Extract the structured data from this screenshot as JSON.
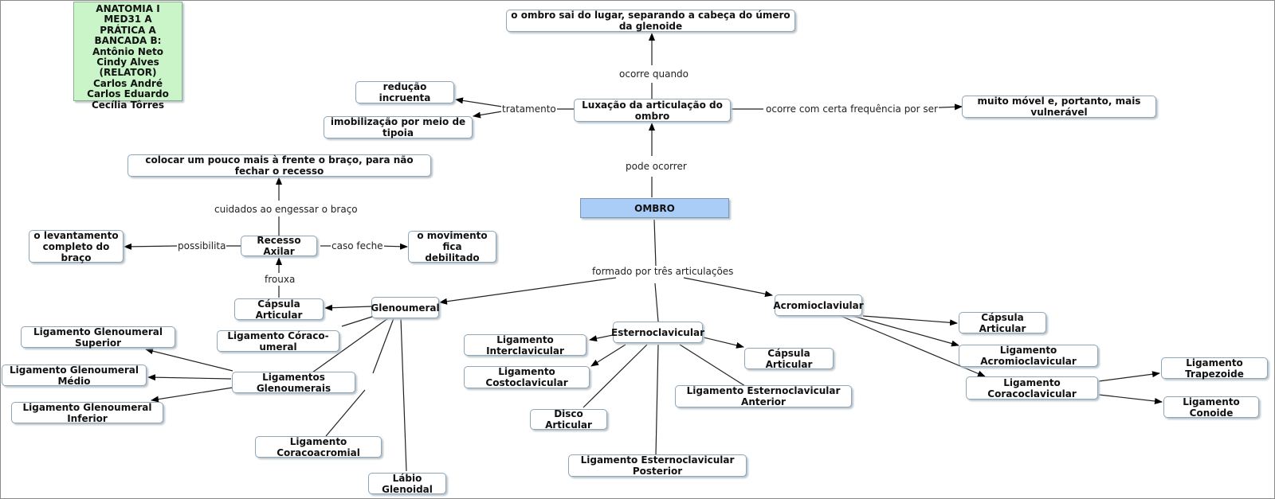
{
  "credits": "ANATOMIA I\nMED31 A\nPRÁTICA A\nBANCADA B:\nAntônio Neto\nCindy Alves (RELATOR)\nCarlos André\nCarlos Eduardo\nCecília Tôrres",
  "nodes": {
    "ombro": "OMBRO",
    "luxacao": "Luxação da articulação do ombro",
    "sai_lugar": "o ombro sai do lugar, separando a cabeça do úmero da glenoide",
    "reducao": "redução incruenta",
    "imobilizacao": "imobilização por meio de tipoia",
    "vulneravel": "muito móvel e, portanto, mais vulnerável",
    "colocar": "colocar um pouco mais à frente o braço, para não fechar o recesso",
    "recesso": "Recesso Axilar",
    "levantamento": "o levantamento\ncompleto do braço",
    "movimento": "o movimento fica\ndebilitado",
    "capsula_gleno": "Cápsula Articular",
    "glenoumeral": "Glenoumeral",
    "coraco_umeral": "Ligamento Córaco-umeral",
    "lig_gleno_sup": "Ligamento Glenoumeral Superior",
    "lig_gleno_med": "Ligamento Glenoumeral Médio",
    "lig_gleno_inf": "Ligamento Glenoumeral Inferior",
    "ligs_glenoumerais": "Ligamentos Glenoumerais",
    "coracoacromial": "Ligamento Coracoacromial",
    "labio": "Lábio Glenoidal",
    "esterno": "Esternoclavicular",
    "interclavicular": "Ligamento Interclavicular",
    "costoclavicular": "Ligamento Costoclavicular",
    "disco": "Disco Articular",
    "capsula_esterno": "Cápsula Articular",
    "esterno_anterior": "Ligamento Esternoclavicular Anterior",
    "esterno_posterior": "Ligamento Esternoclavicular Posterior",
    "acromio": "Acromioclaviular",
    "capsula_acromio": "Cápsula Articular",
    "lig_acromio": "Ligamento Acromioclavicular",
    "coracoclavicular": "Ligamento Coracoclavicular",
    "trapezoide": "Ligamento Trapezoide",
    "conoide": "Ligamento Conoide"
  },
  "links": {
    "ocorre_quando": "ocorre quando",
    "tratamento": "tratamento",
    "frequencia": "ocorre com certa frequência por ser",
    "pode_ocorrer": "pode ocorrer",
    "cuidados": "cuidados ao engessar o braço",
    "possibilita": "possibilita",
    "caso_feche": "caso feche",
    "frouxa": "frouxa",
    "formado": "formado por três articulações"
  }
}
